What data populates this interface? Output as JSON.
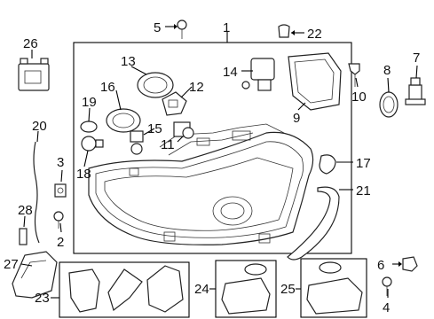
{
  "callouts": {
    "c1": "1",
    "c2": "2",
    "c3": "3",
    "c4": "4",
    "c5": "5",
    "c6": "6",
    "c7": "7",
    "c8": "8",
    "c9": "9",
    "c10": "10",
    "c11": "11",
    "c12": "12",
    "c13": "13",
    "c14": "14",
    "c15": "15",
    "c16": "16",
    "c17": "17",
    "c18": "18",
    "c19": "19",
    "c20": "20",
    "c21": "21",
    "c22": "22",
    "c23": "23",
    "c24": "24",
    "c25": "25",
    "c26": "26",
    "c27": "27",
    "c28": "28"
  },
  "colors": {
    "line": "#000000",
    "fill": "#ffffff",
    "shade": "#e8e8e8"
  }
}
